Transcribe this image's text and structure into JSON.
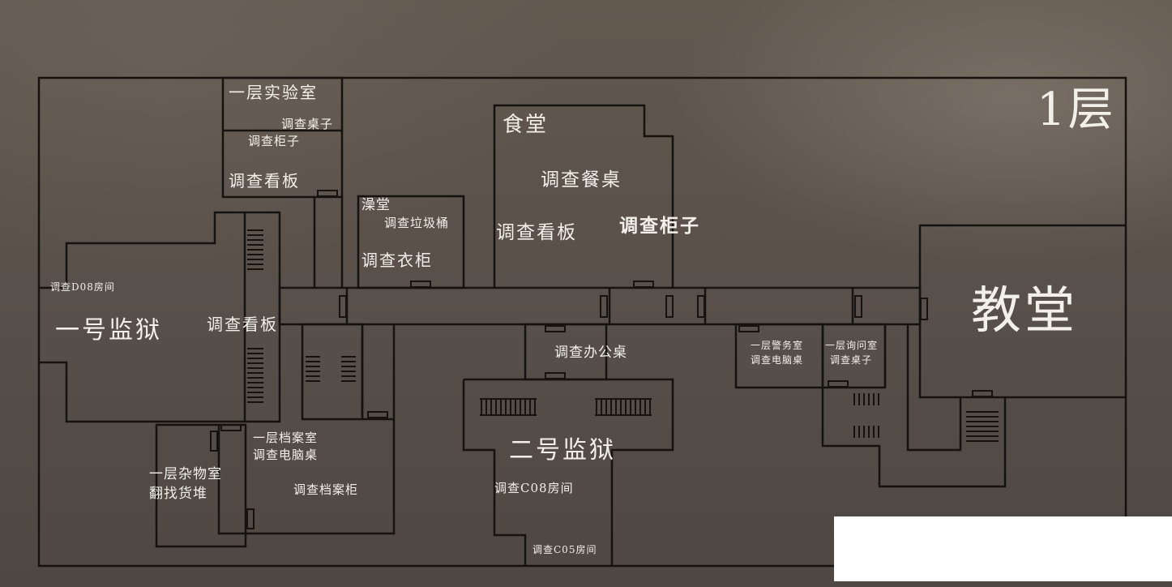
{
  "map": {
    "floor_label": "1层",
    "rooms": {
      "lab": "一层实验室",
      "canteen": "食堂",
      "bath": "澡堂",
      "prison_1": "一号监狱",
      "prison_2": "二号监狱",
      "church": "教堂",
      "police_room": "一层警务室",
      "interrogation_room": "一层询问室",
      "archive_room": "一层档案室",
      "storage_room": "一层杂物室"
    },
    "actions": {
      "lab_desk": "调查桌子",
      "lab_cabinet": "调查柜子",
      "lab_board": "调查看板",
      "canteen_table": "调查餐桌",
      "canteen_board": "调查看板",
      "canteen_cabinet": "调查柜子",
      "bath_trash": "调查垃圾桶",
      "bath_wardrobe": "调查衣柜",
      "d08_room": "调查D08房间",
      "prison1_board": "调查看板",
      "office_desk": "调查办公桌",
      "police_computer": "调查电脑桌",
      "interrogation_desk": "调查桌子",
      "archive_computer": "调查电脑桌",
      "archive_cabinet": "调查档案柜",
      "storage_pile": "翻找货堆",
      "c08_room": "调查C08房间",
      "c05_room": "调查C05房间"
    }
  }
}
